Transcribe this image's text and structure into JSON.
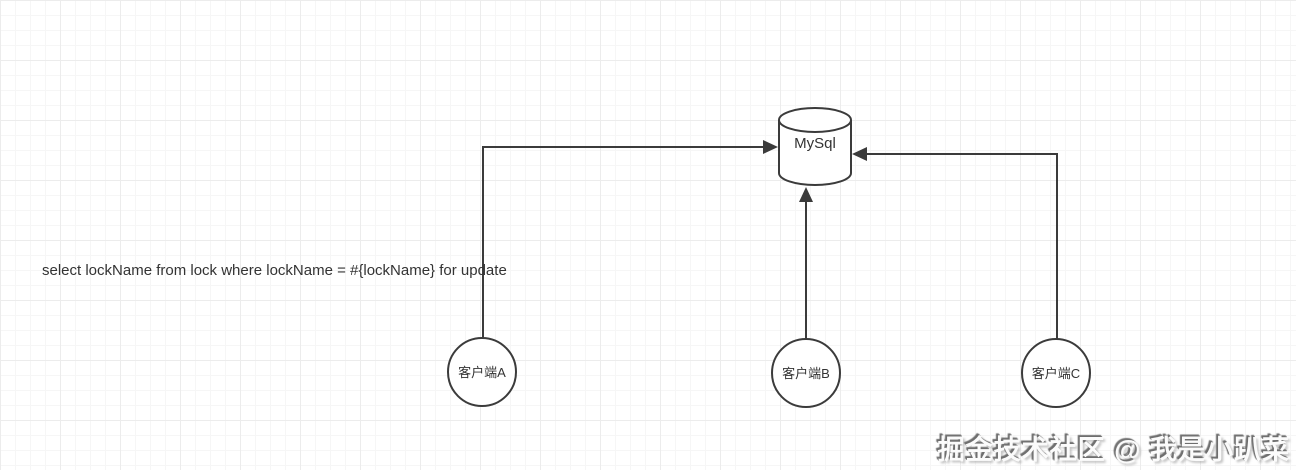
{
  "diagram": {
    "database": {
      "label": "MySql"
    },
    "clients": [
      {
        "label": "客户端A"
      },
      {
        "label": "客户端B"
      },
      {
        "label": "客户端C"
      }
    ],
    "annotation": {
      "sql": "select lockName from lock where lockName = #{lockName} for update"
    },
    "watermark": {
      "text": "掘金技术社区 @ 我是小趴菜"
    },
    "colors": {
      "stroke": "#3b3b3b",
      "text": "#333333",
      "grid_minor": "#f6f6f6",
      "grid_major": "#ececec"
    }
  }
}
